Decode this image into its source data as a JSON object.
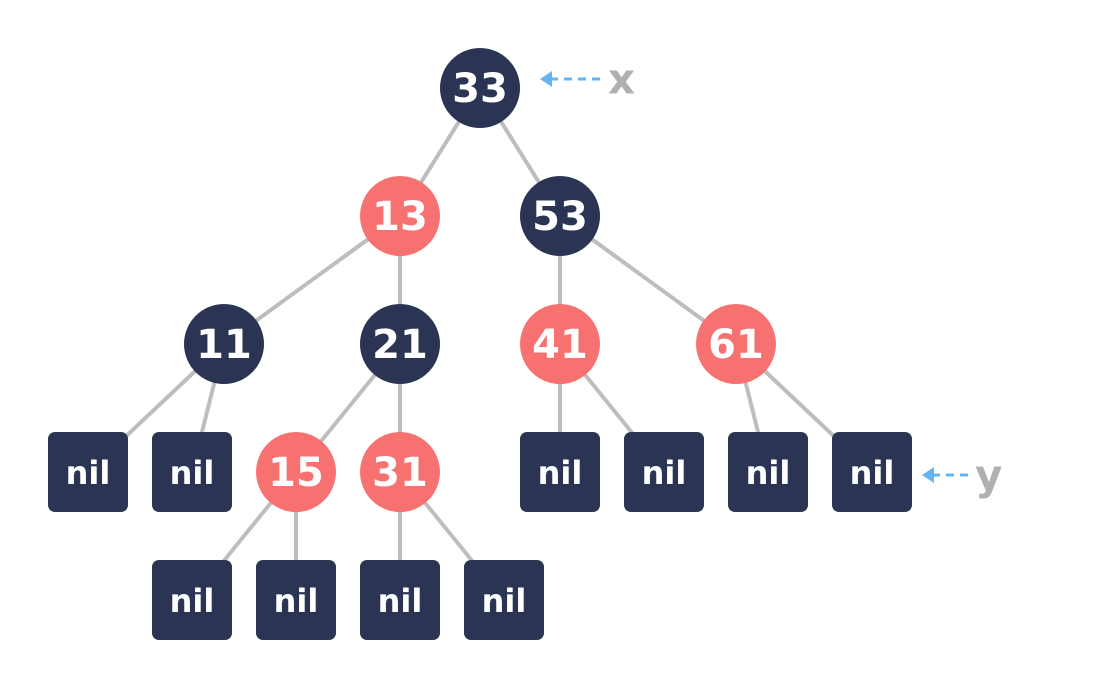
{
  "colors": {
    "black_node": "#2b3553",
    "red_node": "#f87171",
    "edge": "#bdbdbd",
    "pointer": "#64b5f6",
    "pointer_label": "#b0b0b0"
  },
  "tree": {
    "root": "33",
    "nodes": [
      {
        "id": "33",
        "label": "33",
        "color": "black",
        "kind": "key",
        "parent": null
      },
      {
        "id": "13",
        "label": "13",
        "color": "red",
        "kind": "key",
        "parent": "33"
      },
      {
        "id": "53",
        "label": "53",
        "color": "black",
        "kind": "key",
        "parent": "33"
      },
      {
        "id": "11",
        "label": "11",
        "color": "black",
        "kind": "key",
        "parent": "13"
      },
      {
        "id": "21",
        "label": "21",
        "color": "black",
        "kind": "key",
        "parent": "13"
      },
      {
        "id": "41",
        "label": "41",
        "color": "red",
        "kind": "key",
        "parent": "53"
      },
      {
        "id": "61",
        "label": "61",
        "color": "red",
        "kind": "key",
        "parent": "53"
      },
      {
        "id": "n11a",
        "label": "nil",
        "color": "black",
        "kind": "nil",
        "parent": "11"
      },
      {
        "id": "n11b",
        "label": "nil",
        "color": "black",
        "kind": "nil",
        "parent": "11"
      },
      {
        "id": "15",
        "label": "15",
        "color": "red",
        "kind": "key",
        "parent": "21"
      },
      {
        "id": "31",
        "label": "31",
        "color": "red",
        "kind": "key",
        "parent": "21"
      },
      {
        "id": "n41a",
        "label": "nil",
        "color": "black",
        "kind": "nil",
        "parent": "41"
      },
      {
        "id": "n41b",
        "label": "nil",
        "color": "black",
        "kind": "nil",
        "parent": "41"
      },
      {
        "id": "n61a",
        "label": "nil",
        "color": "black",
        "kind": "nil",
        "parent": "61"
      },
      {
        "id": "n61b",
        "label": "nil",
        "color": "black",
        "kind": "nil",
        "parent": "61"
      },
      {
        "id": "n15a",
        "label": "nil",
        "color": "black",
        "kind": "nil",
        "parent": "15"
      },
      {
        "id": "n15b",
        "label": "nil",
        "color": "black",
        "kind": "nil",
        "parent": "15"
      },
      {
        "id": "n31a",
        "label": "nil",
        "color": "black",
        "kind": "nil",
        "parent": "31"
      },
      {
        "id": "n31b",
        "label": "nil",
        "color": "black",
        "kind": "nil",
        "parent": "31"
      }
    ]
  },
  "pointers": [
    {
      "label": "x",
      "target": "33"
    },
    {
      "label": "y",
      "target": "n61b"
    }
  ]
}
